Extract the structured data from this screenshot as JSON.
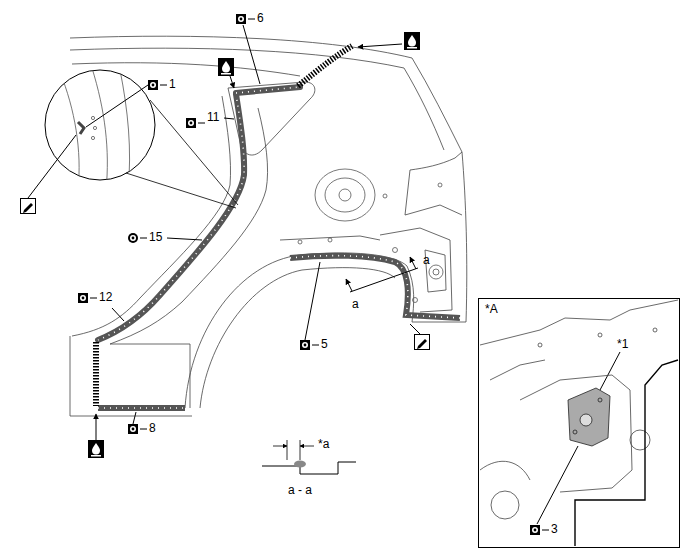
{
  "diagram": {
    "nodes": [
      {
        "text": [
          "*A"
        ]
      }
    ],
    "labels": [
      "1",
      "6",
      "11",
      "15",
      "12",
      "8",
      "5",
      "a",
      "a",
      "a - a",
      "*a",
      "*1",
      "3"
    ]
  }
}
